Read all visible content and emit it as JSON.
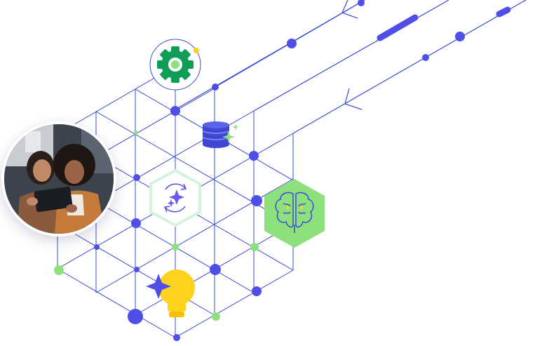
{
  "illustration": {
    "nodes": [
      {
        "name": "settings-gear-node",
        "icon": "gear-icon",
        "color": "#0f9d58"
      },
      {
        "name": "database-node",
        "icon": "database-icon",
        "color": "#3f46d4"
      },
      {
        "name": "ai-cycle-node",
        "icon": "sparkle-cycle-icon",
        "color": "#6a5cf0"
      },
      {
        "name": "brain-node",
        "icon": "brain-icon",
        "color": "#8ee07c"
      },
      {
        "name": "idea-node",
        "icon": "lightbulb-icon",
        "color": "#ffd21f"
      }
    ],
    "photo": {
      "subject": "two-women-with-tablet"
    }
  },
  "colors": {
    "line": "#3a4bd8",
    "dot_blue": "#4f4fe8",
    "dot_green": "#8ee07c",
    "accent_yellow": "#ffd21f",
    "gear_green": "#0f9d58"
  }
}
